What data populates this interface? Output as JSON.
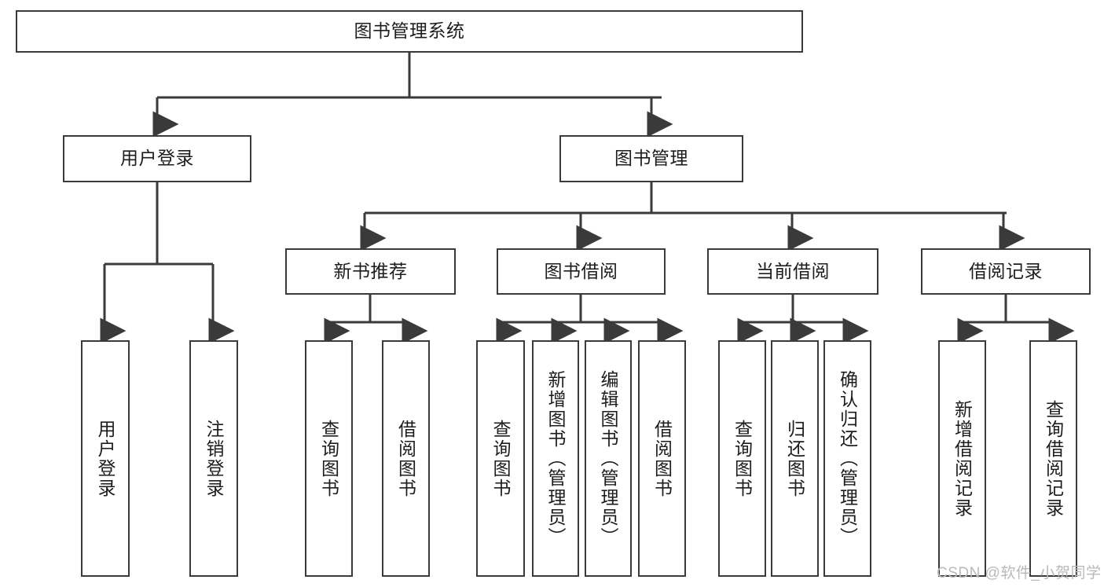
{
  "diagram": {
    "title": "图书管理系统",
    "type": "hierarchy-tree",
    "style": {
      "box_border_color": "#3a3a3a",
      "box_fill_color": "#ffffff",
      "edge_color": "#3a3a3a",
      "text_color": "#1d1d1d",
      "background_color": "#ffffff"
    },
    "nodes": {
      "root": {
        "label": "图书管理系统"
      },
      "level2": [
        {
          "id": "user-login",
          "label": "用户登录"
        },
        {
          "id": "book-manage",
          "label": "图书管理"
        }
      ],
      "level3": [
        {
          "id": "new-book-recommend",
          "label": "新书推荐"
        },
        {
          "id": "book-borrow",
          "label": "图书借阅"
        },
        {
          "id": "current-borrow",
          "label": "当前借阅"
        },
        {
          "id": "borrow-record",
          "label": "借阅记录"
        }
      ],
      "leaves": [
        {
          "id": "leaf-user-login",
          "label": "用户登录",
          "parent": "user-login"
        },
        {
          "id": "leaf-logout",
          "label": "注销登录",
          "parent": "user-login"
        },
        {
          "id": "leaf-query-book-1",
          "label": "查询图书",
          "parent": "new-book-recommend"
        },
        {
          "id": "leaf-borrow-book-1",
          "label": "借阅图书",
          "parent": "new-book-recommend"
        },
        {
          "id": "leaf-query-book-2",
          "label": "查询图书",
          "parent": "book-borrow"
        },
        {
          "id": "leaf-add-book",
          "label": "新增图书（管理员）",
          "parent": "book-borrow"
        },
        {
          "id": "leaf-edit-book",
          "label": "编辑图书（管理员）",
          "parent": "book-borrow"
        },
        {
          "id": "leaf-borrow-book-2",
          "label": "借阅图书",
          "parent": "book-borrow"
        },
        {
          "id": "leaf-query-book-3",
          "label": "查询图书",
          "parent": "current-borrow"
        },
        {
          "id": "leaf-return-book",
          "label": "归还图书",
          "parent": "current-borrow"
        },
        {
          "id": "leaf-confirm-return",
          "label": "确认归还（管理员）",
          "parent": "current-borrow"
        },
        {
          "id": "leaf-add-record",
          "label": "新增借阅记录",
          "parent": "borrow-record"
        },
        {
          "id": "leaf-query-record",
          "label": "查询借阅记录",
          "parent": "borrow-record"
        }
      ]
    }
  },
  "watermark": {
    "text": "CSDN @软件_小贺同学"
  }
}
